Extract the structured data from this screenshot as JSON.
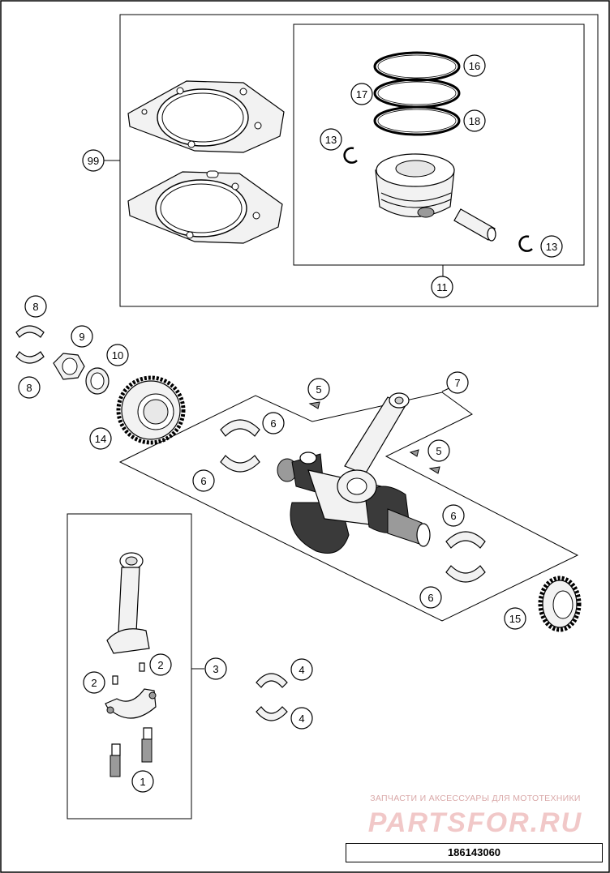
{
  "callouts": {
    "c99": "99",
    "c16": "16",
    "c17": "17",
    "c18": "18",
    "c13a": "13",
    "c13b": "13",
    "c11": "11",
    "c8a": "8",
    "c8b": "8",
    "c9": "9",
    "c10": "10",
    "c14": "14",
    "c5a": "5",
    "c5b": "5",
    "c7": "7",
    "c6a": "6",
    "c6b": "6",
    "c6c": "6",
    "c6d": "6",
    "c15": "15",
    "c3": "3",
    "c2a": "2",
    "c2b": "2",
    "c1": "1",
    "c4a": "4",
    "c4b": "4"
  },
  "watermark": {
    "line1": "ЗАПЧАСТИ И АКСЕССУАРЫ ДЛЯ МОТОТЕХНИКИ",
    "line2": "PARTSFOR.RU"
  },
  "diagram_number": "186143060"
}
